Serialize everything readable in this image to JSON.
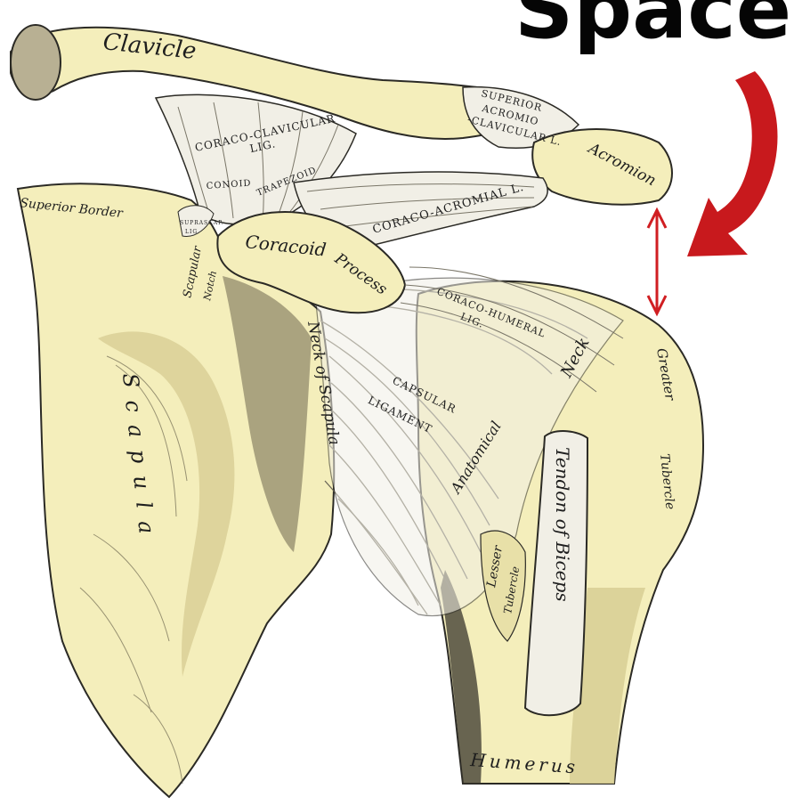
{
  "title": "Space",
  "colors": {
    "bone": "#f4eebb",
    "bone_shade": "#d9cf97",
    "ligament": "#f1efe6",
    "outline": "#2b2a25",
    "shadow": "#3a362c",
    "arrow_red": "#c8191d",
    "measure_red": "#d01e22"
  },
  "labels": {
    "clavicle": "Clavicle",
    "superior_acromio_clavicular": [
      "SUPERIOR",
      "ACROMIO",
      "-CLAVICULAR L."
    ],
    "acromion": "Acromion",
    "coraco_clavicular_lig": [
      "CORACO-CLAVICULAR",
      "LIG."
    ],
    "conoid": "CONOID",
    "trapezoid": "TRAPEZOID",
    "coraco_acromial_l": "CORACO-ACROMIAL L.",
    "superior_border": "Superior Border",
    "suprascap_lig": [
      "SUPRASCAP.",
      "LIG."
    ],
    "scapular_notch": "Scapular",
    "notch": "Notch",
    "coracoid_process": "Coracoid",
    "process": "Process",
    "coraco_humeral_lig": [
      "CORACO-HUMERAL",
      "LIG."
    ],
    "neck": "Neck",
    "greater_tubercle": "Greater",
    "tubercle": "Tubercle",
    "capsular_ligament": [
      "CAPSULAR",
      "LIGAMENT"
    ],
    "anatomical": "Anatomical",
    "neck_of_scapula": "Neck of Scapula",
    "scapula": "Scapula",
    "tendon_of_biceps": "Tendon of Biceps",
    "lesser_tubercle": [
      "Lesser",
      "Tubercle"
    ],
    "humerus": "Humerus"
  }
}
